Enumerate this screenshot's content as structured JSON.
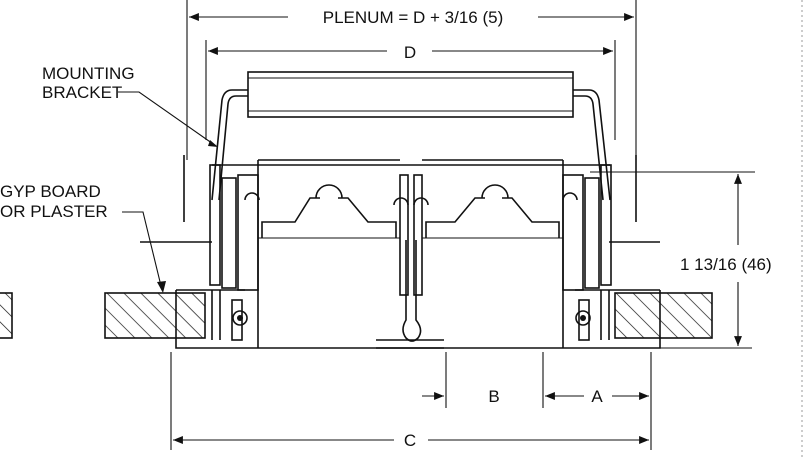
{
  "labels": {
    "plenum": "PLENUM = D + 3/16 (5)",
    "d": "D",
    "mounting_bracket_line1": "MOUNTING",
    "mounting_bracket_line2": "BRACKET",
    "gyp_board_line1": "GYP BOARD",
    "gyp_board_line2": "OR PLASTER",
    "height": "1 13/16 (46)",
    "a": "A",
    "b": "B",
    "c": "C"
  }
}
